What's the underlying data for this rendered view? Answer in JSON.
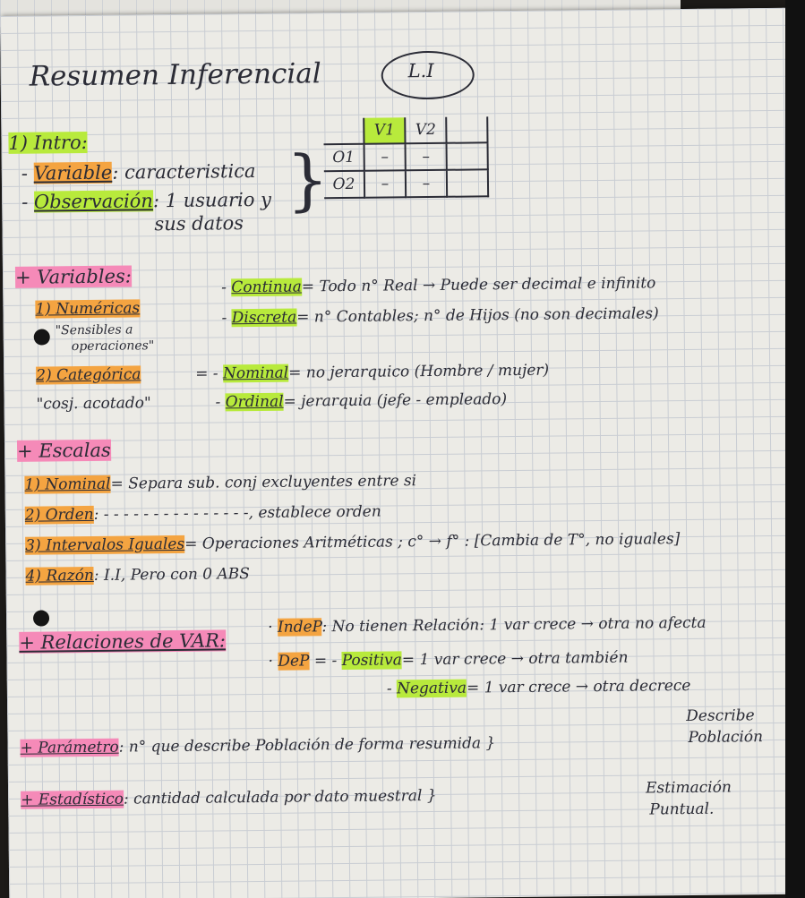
{
  "title": "Resumen Inferencial",
  "badge": "L.I",
  "intro": {
    "heading": "1) Intro:",
    "variable_label": "Variable",
    "variable_def": ": caracteristica",
    "obs_label": "Observación",
    "obs_def_line1": ": 1 usuario y",
    "obs_def_line2": "sus datos",
    "table": {
      "columns": [
        "",
        "V1",
        "V2",
        ""
      ],
      "rows": [
        [
          "O1",
          "–",
          "–",
          ""
        ],
        [
          "O2",
          "–",
          "–",
          ""
        ]
      ]
    }
  },
  "variables": {
    "heading": "+ Variables:",
    "numericas": {
      "label": "1) Numéricas",
      "note_line1": "\"Sensibles a",
      "note_line2": "operaciones\"",
      "continua_label": "Continua",
      "continua_def": "= Todo n° Real → Puede ser decimal e infinito",
      "discreta_label": "Discreta",
      "discreta_def": "= n° Contables; n° de Hijos (no son decimales)"
    },
    "categorica": {
      "label": "2) Categórica",
      "note": "\"cosj. acotado\"",
      "nominal_label": "Nominal",
      "nominal_def": "= no jerarquico (Hombre / mujer)",
      "ordinal_label": "Ordinal",
      "ordinal_def": "= jerarquia (jefe - empleado)"
    }
  },
  "escalas": {
    "heading": "+ Escalas",
    "items": [
      {
        "label": "1) Nominal",
        "text": "= Separa sub. conj excluyentes entre si"
      },
      {
        "label": "2) Orden",
        "text": ": - - - - - - - - - - - - - - -, establece orden"
      },
      {
        "label": "3) Intervalos Iguales",
        "text": "= Operaciones Aritméticas ; c° → f° : [Cambia de T°, no iguales]"
      },
      {
        "label": "4) Razón",
        "text": ": I.I, Pero con 0 ABS"
      }
    ]
  },
  "relaciones": {
    "heading": "+ Relaciones de VAR:",
    "indep_label": "IndeP",
    "indep_text": ": No tienen Relación: 1 var crece → otra no afecta",
    "dep_label": "DeP",
    "positiva_label": "Positiva",
    "positiva_text": "= 1 var crece → otra también",
    "negativa_label": "Negativa",
    "negativa_text": "= 1 var crece → otra decrece"
  },
  "parametro": {
    "label": "+ Parámetro",
    "text": ": n° que describe Población de forma resumida",
    "aside_line1": "Describe",
    "aside_line2": "Población"
  },
  "estadistico": {
    "label": "+ Estadístico",
    "text": ": cantidad calculada por dato muestral",
    "aside_line1": "Estimación",
    "aside_line2": "Puntual."
  },
  "colors": {
    "lime": "#b8ea3c",
    "orange": "#f4a441",
    "pink": "#f58ab8",
    "ink": "#2b2c36"
  }
}
